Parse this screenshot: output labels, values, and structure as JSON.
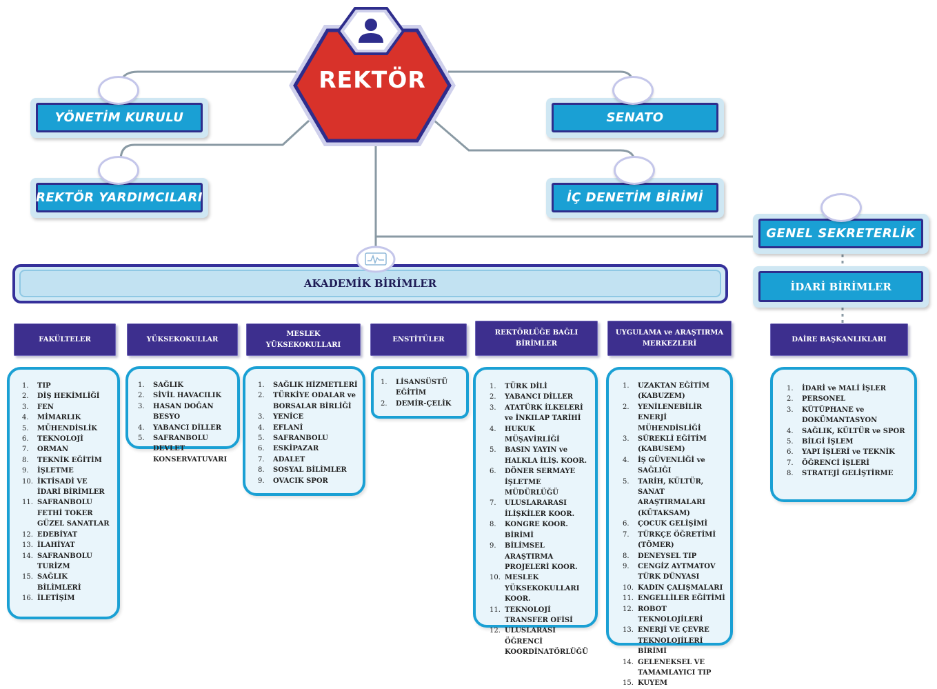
{
  "rektor": {
    "label": "REKTÖR",
    "icon": "user-icon"
  },
  "top_boxes": {
    "yonetim_kurulu": "YÖNETİM KURULU",
    "senato": "SENATO",
    "rektor_yardimcilari": "REKTÖR YARDIMCILARI",
    "ic_denetim": "İÇ DENETİM BİRİMİ",
    "genel_sekreterlik": "GENEL SEKRETERLİK"
  },
  "akademik_birimler": {
    "label": "AKADEMİK BİRİMLER",
    "icon": "monitor-icon"
  },
  "idari_birimler": {
    "label": "İDARİ BİRİMLER"
  },
  "categories": {
    "fakulteler": {
      "title": "FAKÜLTELER",
      "items": [
        "TIP",
        "DİŞ HEKİMLİĞİ",
        "FEN",
        "MİMARLIK",
        "MÜHENDİSLİK",
        "TEKNOLOJİ",
        "ORMAN",
        "TEKNİK EĞİTİM",
        "İŞLETME",
        "İKTİSADİ VE İDARİ BİRİMLER",
        "SAFRANBOLU FETHİ TOKER GÜZEL SANATLAR",
        "EDEBİYAT",
        "İLAHİYAT",
        "SAFRANBOLU TURİZM",
        "SAĞLIK BİLİMLERİ",
        "İLETİŞİM"
      ]
    },
    "yuksekokullar": {
      "title": "YÜKSEKOKULLAR",
      "items": [
        "SAĞLIK",
        "SİVİL HAVACILIK",
        "HASAN DOĞAN BESYO",
        "YABANCI DİLLER",
        "SAFRANBOLU DEVLET KONSERVATUVARI"
      ]
    },
    "meslek_yuksekokullari": {
      "title": "MESLEK YÜKSEKOKULLARI",
      "items": [
        "SAĞLIK HİZMETLERİ",
        "TÜRKİYE ODALAR ve BORSALAR BİRLİĞİ",
        "YENİCE",
        "EFLANİ",
        "SAFRANBOLU",
        "ESKİPAZAR",
        "ADALET",
        "SOSYAL BİLİMLER",
        "OVACIK SPOR"
      ]
    },
    "enstituler": {
      "title": "ENSTİTÜLER",
      "items": [
        "LİSANSÜSTÜ EĞİTİM",
        "DEMİR-ÇELİK"
      ]
    },
    "rektorluge_bagli": {
      "title": "REKTÖRLÜĞE BAĞLI BİRİMLER",
      "items": [
        "TÜRK DİLİ",
        "YABANCI DİLLER",
        "ATATÜRK İLKELERİ ve İNKILAP TARİHİ",
        "HUKUK MÜŞAVİRLİĞİ",
        "BASIN YAYIN ve HALKLA İLİŞ. KOOR.",
        "DÖNER SERMAYE İŞLETME MÜDÜRLÜĞÜ",
        "ULUSLARARASI İLİŞKİLER KOOR.",
        "KONGRE KOOR. BİRİMİ",
        "BİLİMSEL ARAŞTIRMA PROJELERİ KOOR.",
        "MESLEK YÜKSEKOKULLARI KOOR.",
        "TEKNOLOJİ TRANSFER OFİSİ",
        "ULUSLARASI ÖĞRENCİ KOORDİNATÖRLÜĞÜ"
      ]
    },
    "uygulama_arastirma": {
      "title": "UYGULAMA ve ARAŞTIRMA MERKEZLERİ",
      "items": [
        "UZAKTAN EĞİTİM (KABUZEM)",
        "YENİLENEBİLİR ENERJİ MÜHENDİSLİĞİ",
        "SÜREKLİ EĞİTİM (KABUSEM)",
        "İŞ GÜVENLİĞİ ve SAĞLIĞI",
        "TARİH, KÜLTÜR, SANAT ARAŞTIRMALARI (KÜTAKSAM)",
        "ÇOCUK GELİŞİMİ",
        "TÜRKÇE ÖĞRETİMİ (TÖMER)",
        "DENEYSEL TIP",
        "CENGİZ AYTMATOV TÜRK DÜNYASI",
        "KADIN ÇALIŞMALARI",
        "ENGELLİLER EĞİTİMİ",
        "ROBOT TEKNOLOJİLERİ",
        "ENERJİ VE ÇEVRE TEKNOLOJİLERİ BİRİMİ",
        "GELENEKSEL VE TAMAMLAYICI TIP",
        "KUYEM"
      ]
    },
    "daire_baskanliklari": {
      "title": "DAİRE BAŞKANLIKLARI",
      "items": [
        "İDARİ ve MALİ İŞLER",
        "PERSONEL",
        "KÜTÜPHANE ve DOKÜMANTASYON",
        "SAĞLIK, KÜLTÜR ve SPOR",
        "BİLGİ İŞLEM",
        "YAPI İŞLERİ ve TEKNİK",
        "ÖĞRENCİ İŞLERİ",
        "STRATEJİ GELİŞTİRME"
      ]
    }
  },
  "colors": {
    "hex_red": "#d8322a",
    "hex_border": "#2e2d8c",
    "box_blue": "#1aa0d4",
    "header_purple": "#3d2f8e",
    "list_bg": "#e9f5fb"
  }
}
